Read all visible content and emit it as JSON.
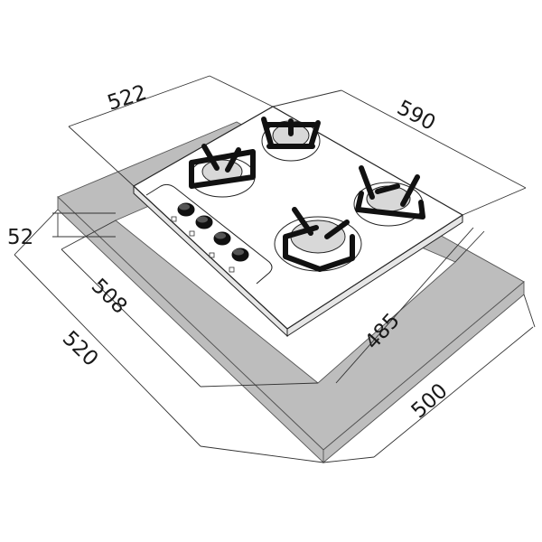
{
  "dimensions": {
    "hob_width": "522",
    "hob_depth": "590",
    "height": "52",
    "cutout_depth": "508",
    "overall_depth": "520",
    "cutout_width": "485",
    "overall_width": "500"
  },
  "burners": [
    {
      "name": "rear-left",
      "size": "small"
    },
    {
      "name": "front-left",
      "size": "medium"
    },
    {
      "name": "rear-right",
      "size": "medium"
    },
    {
      "name": "front-right",
      "size": "large"
    }
  ],
  "knob_count": 4,
  "colors": {
    "countertop": "#bdbdbd",
    "grate": "#111111",
    "glass": "#ffffff"
  }
}
